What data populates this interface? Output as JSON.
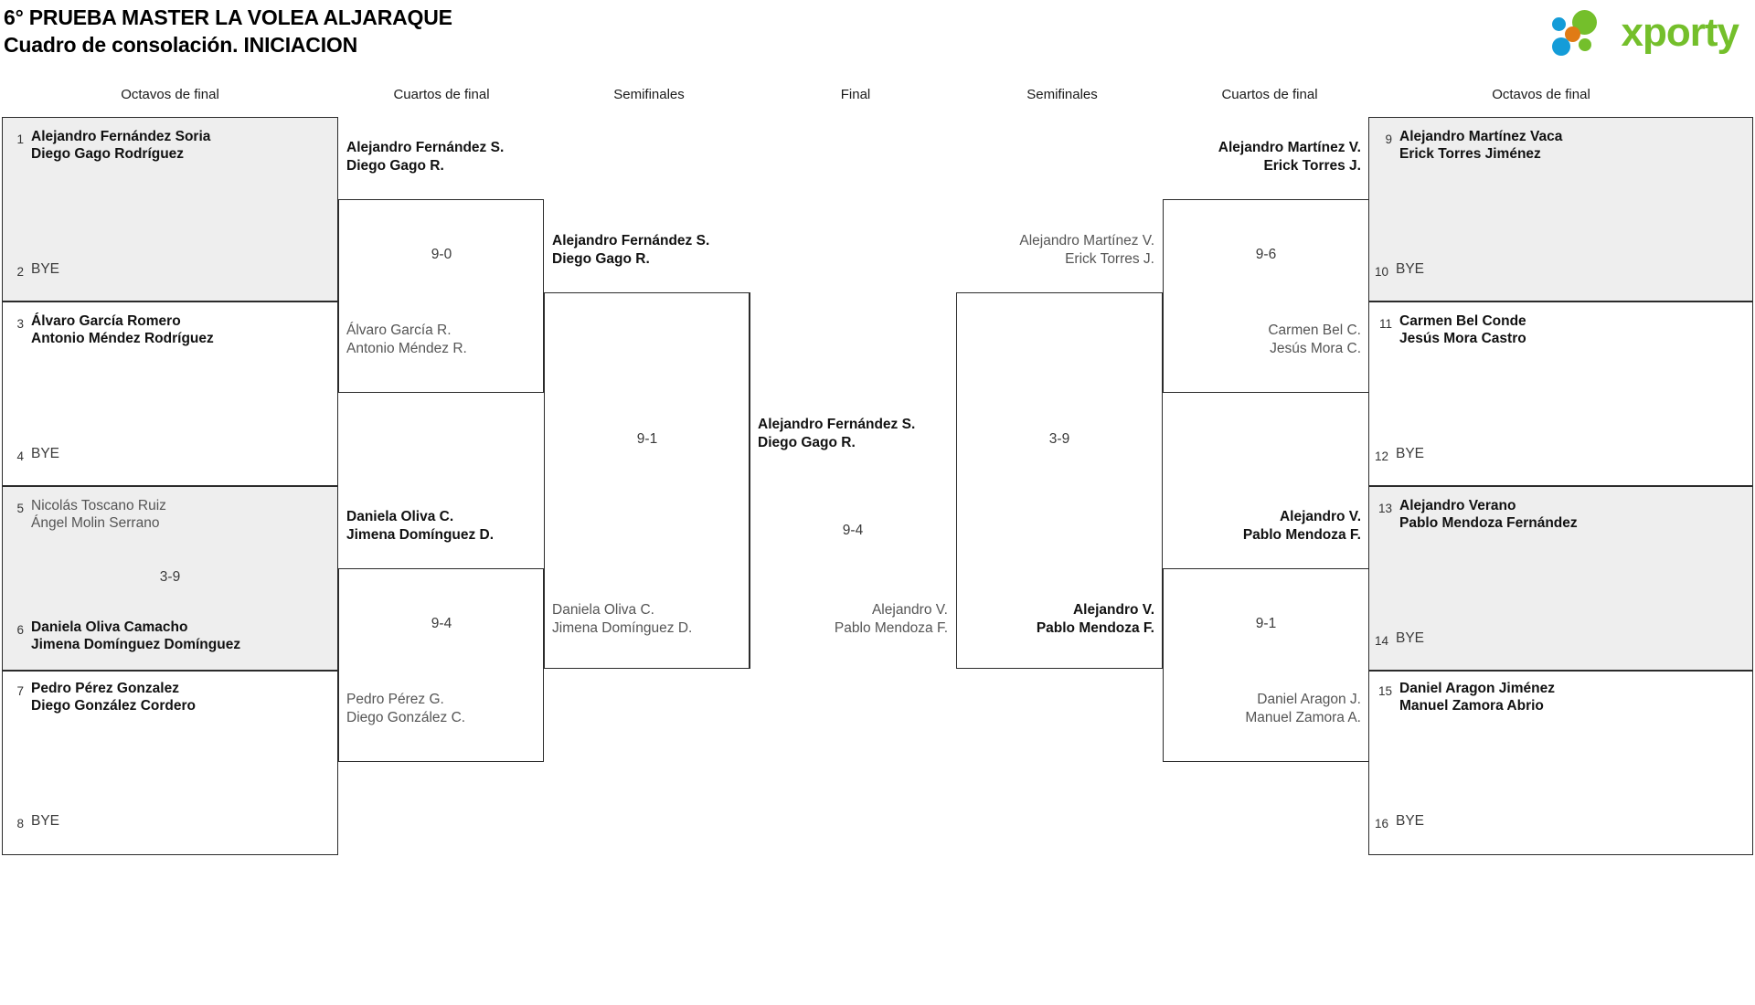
{
  "header": {
    "title_line1": "6° PRUEBA MASTER LA VOLEA ALJARAQUE",
    "title_line2": "Cuadro de consolación. INICIACION",
    "logo_text": "xporty",
    "logo_colors": {
      "green": "#74bf2b",
      "blue": "#149cd8",
      "orange": "#e07b15"
    }
  },
  "round_headers": [
    {
      "label": "Octavos de final"
    },
    {
      "label": "Cuartos de final"
    },
    {
      "label": "Semifinales"
    },
    {
      "label": "Final"
    },
    {
      "label": "Semifinales"
    },
    {
      "label": "Cuartos de final"
    },
    {
      "label": "Octavos de final"
    }
  ],
  "left_seeds": [
    {
      "num": "1",
      "p1": "Alejandro Fernández Soria",
      "p2": "Diego Gago Rodríguez",
      "state": "win"
    },
    {
      "num": "2",
      "p1": "BYE",
      "p2": "",
      "state": "bye"
    },
    {
      "num": "3",
      "p1": "Álvaro García Romero",
      "p2": "Antonio Méndez Rodríguez",
      "state": "win"
    },
    {
      "num": "4",
      "p1": "BYE",
      "p2": "",
      "state": "bye"
    },
    {
      "num": "5",
      "p1": "Nicolás Toscano Ruiz",
      "p2": "Ángel Molin Serrano",
      "state": "lose"
    },
    {
      "num": "6",
      "p1": "Daniela Oliva Camacho",
      "p2": "Jimena Domínguez Domínguez",
      "state": "win"
    },
    {
      "num": "7",
      "p1": "Pedro Pérez Gonzalez",
      "p2": "Diego González Cordero",
      "state": "win"
    },
    {
      "num": "8",
      "p1": "BYE",
      "p2": "",
      "state": "bye"
    }
  ],
  "right_seeds": [
    {
      "num": "9",
      "p1": "Alejandro Martínez Vaca",
      "p2": "Erick Torres Jiménez",
      "state": "win"
    },
    {
      "num": "10",
      "p1": "BYE",
      "p2": "",
      "state": "bye"
    },
    {
      "num": "11",
      "p1": "Carmen Bel Conde",
      "p2": "Jesús Mora Castro",
      "state": "win"
    },
    {
      "num": "12",
      "p1": "BYE",
      "p2": "",
      "state": "bye"
    },
    {
      "num": "13",
      "p1": "Alejandro Verano",
      "p2": "Pablo Mendoza Fernández",
      "state": "win"
    },
    {
      "num": "14",
      "p1": "BYE",
      "p2": "",
      "state": "bye"
    },
    {
      "num": "15",
      "p1": "Daniel Aragon Jiménez",
      "p2": "Manuel Zamora Abrio",
      "state": "win"
    },
    {
      "num": "16",
      "p1": "BYE",
      "p2": "",
      "state": "bye"
    }
  ],
  "left_octavos_scores": [
    {
      "score": "3-9"
    }
  ],
  "left_cuartos": {
    "m1": {
      "top": {
        "p1": "Alejandro Fernández S.",
        "p2": "Diego Gago R.",
        "state": "win"
      },
      "bottom": {
        "p1": "Álvaro García R.",
        "p2": "Antonio Méndez R.",
        "state": "lose"
      },
      "score": "9-0"
    },
    "m2": {
      "top": {
        "p1": "Daniela Oliva C.",
        "p2": "Jimena Domínguez D.",
        "state": "win"
      },
      "bottom": {
        "p1": "Pedro Pérez G.",
        "p2": "Diego González C.",
        "state": "lose"
      },
      "score": "9-4"
    }
  },
  "left_semifinal": {
    "top": {
      "p1": "Alejandro Fernández S.",
      "p2": "Diego Gago R.",
      "state": "win"
    },
    "bottom": {
      "p1": "Daniela Oliva C.",
      "p2": "Jimena Domínguez D.",
      "state": "lose"
    },
    "score": "9-1"
  },
  "final": {
    "top": {
      "p1": "Alejandro Fernández S.",
      "p2": "Diego Gago R.",
      "state": "win"
    },
    "bottom": {
      "p1": "Alejandro V.",
      "p2": "Pablo Mendoza F.",
      "state": "lose"
    },
    "score": "9-4"
  },
  "right_semifinal": {
    "top": {
      "p1": "Alejandro Martínez V.",
      "p2": "Erick Torres J.",
      "state": "lose"
    },
    "bottom": {
      "p1": "Alejandro V.",
      "p2": "Pablo Mendoza F.",
      "state": "win"
    },
    "score": "3-9"
  },
  "right_cuartos": {
    "m1": {
      "top": {
        "p1": "Alejandro Martínez V.",
        "p2": "Erick Torres J.",
        "state": "win"
      },
      "bottom": {
        "p1": "Carmen Bel C.",
        "p2": "Jesús Mora C.",
        "state": "lose"
      },
      "score": "9-6"
    },
    "m2": {
      "top": {
        "p1": "Alejandro V.",
        "p2": "Pablo Mendoza F.",
        "state": "win"
      },
      "bottom": {
        "p1": "Daniel Aragon J.",
        "p2": "Manuel Zamora A.",
        "state": "lose"
      },
      "score": "9-1"
    }
  }
}
